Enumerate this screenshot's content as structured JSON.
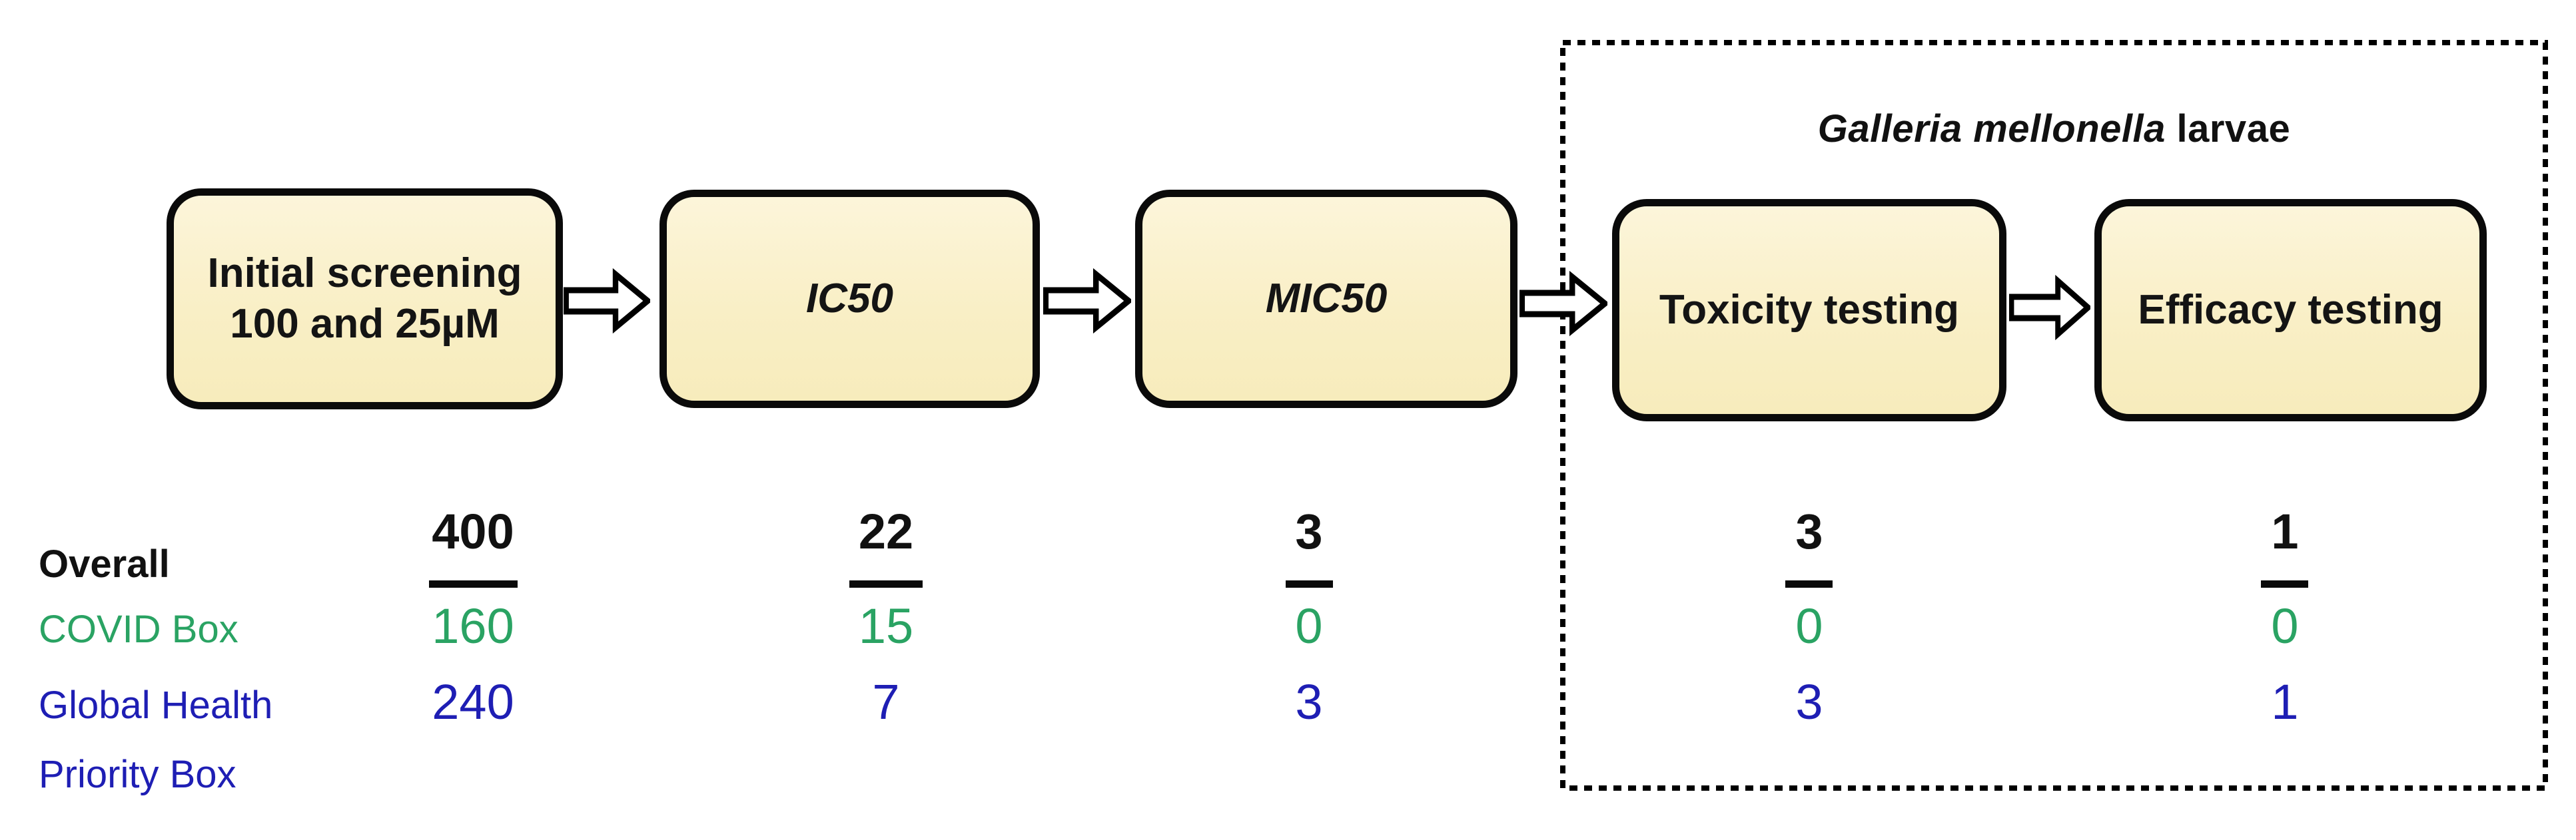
{
  "diagram": {
    "stages": [
      {
        "key": "initial-screening",
        "line1": "Initial screening",
        "line2": "100 and 25µM",
        "italic": false
      },
      {
        "key": "ic50",
        "line1": "IC50",
        "line2": "",
        "italic": true
      },
      {
        "key": "mic50",
        "line1": "MIC50",
        "line2": "",
        "italic": true
      },
      {
        "key": "toxicity-testing",
        "line1": "Toxicity testing",
        "line2": "",
        "italic": false
      },
      {
        "key": "efficacy-testing",
        "line1": "Efficacy testing",
        "line2": "",
        "italic": false
      }
    ],
    "group": {
      "italic": "Galleria mellonella",
      "regular": " larvae"
    },
    "legend": {
      "overall": "Overall",
      "covid": "COVID Box",
      "ghpb_line1": "Global Health",
      "ghpb_line2": "Priority Box"
    },
    "counts": {
      "overall": [
        "400",
        "22",
        "3",
        "3",
        "1"
      ],
      "covid": [
        "160",
        "15",
        "0",
        "0",
        "0"
      ],
      "ghpb": [
        "240",
        "7",
        "3",
        "3",
        "1"
      ]
    },
    "colors": {
      "overall": "#111111",
      "covid": "#2aa363",
      "ghpb": "#1e1eb4",
      "box_fill": "#f7ecbc",
      "box_border": "#0a0a0a"
    }
  }
}
